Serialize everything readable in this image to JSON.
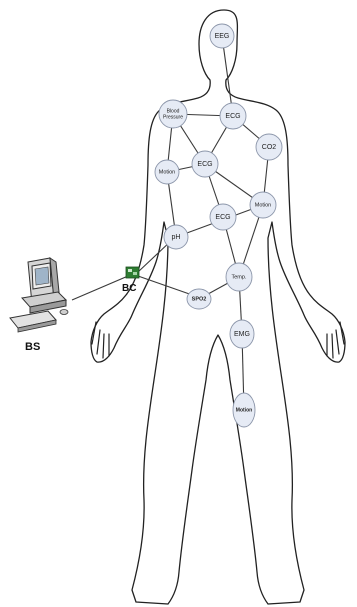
{
  "nodes": [
    {
      "id": "eeg",
      "label": "EEG"
    },
    {
      "id": "blood-pressure",
      "label": "Blood Pressure"
    },
    {
      "id": "ecg-top",
      "label": "ECG"
    },
    {
      "id": "co2",
      "label": "CO2"
    },
    {
      "id": "motion-left",
      "label": "Motion"
    },
    {
      "id": "ecg-mid",
      "label": "ECG"
    },
    {
      "id": "motion-right",
      "label": "Motion"
    },
    {
      "id": "ph",
      "label": "pH"
    },
    {
      "id": "ecg-low",
      "label": "ECG"
    },
    {
      "id": "temp",
      "label": "Temp."
    },
    {
      "id": "spo2",
      "label": "SPO2"
    },
    {
      "id": "emg",
      "label": "EMG"
    },
    {
      "id": "motion-leg",
      "label": "Motion"
    }
  ],
  "edges": [
    [
      "eeg",
      "ecg-top"
    ],
    [
      "blood-pressure",
      "ecg-top"
    ],
    [
      "blood-pressure",
      "motion-left"
    ],
    [
      "blood-pressure",
      "ecg-mid"
    ],
    [
      "ecg-top",
      "ecg-mid"
    ],
    [
      "ecg-top",
      "co2"
    ],
    [
      "co2",
      "motion-right"
    ],
    [
      "motion-left",
      "ecg-mid"
    ],
    [
      "motion-left",
      "ph"
    ],
    [
      "ecg-mid",
      "motion-right"
    ],
    [
      "ecg-mid",
      "ecg-low"
    ],
    [
      "motion-right",
      "ph"
    ],
    [
      "motion-right",
      "temp"
    ],
    [
      "ecg-low",
      "temp"
    ],
    [
      "temp",
      "spo2"
    ],
    [
      "temp",
      "emg"
    ],
    [
      "emg",
      "motion-leg"
    ]
  ],
  "body_coordinator": {
    "label": "BC"
  },
  "base_station": {
    "label": "BS"
  },
  "colors": {
    "node_fill": "#e6ebf5",
    "node_stroke": "#8c96aa",
    "line": "#3a3a3a",
    "bc_device": "#2e7d32"
  }
}
